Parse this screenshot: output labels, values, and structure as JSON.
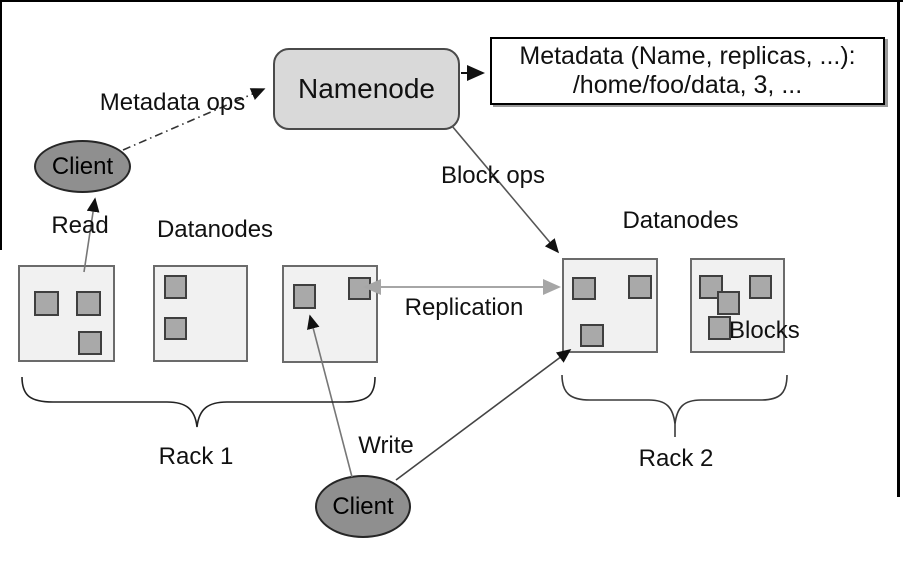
{
  "namenode": {
    "label": "Namenode"
  },
  "metadata_box": {
    "line1": "Metadata (Name, replicas, ...):",
    "line2": "/home/foo/data, 3, ..."
  },
  "client_top": {
    "label": "Client"
  },
  "client_bottom": {
    "label": "Client"
  },
  "labels": {
    "metadata_ops": "Metadata ops",
    "block_ops": "Block ops",
    "read": "Read",
    "write": "Write",
    "replication": "Replication",
    "datanodes_rack1": "Datanodes",
    "datanodes_rack2": "Datanodes",
    "blocks": "Blocks",
    "rack1": "Rack 1",
    "rack2": "Rack 2"
  },
  "racks": [
    {
      "name": "Rack 1",
      "datanode_block_counts": [
        3,
        2,
        2
      ]
    },
    {
      "name": "Rack 2",
      "datanode_block_counts": [
        3,
        4
      ]
    }
  ],
  "colors": {
    "namenode_fill": "#d9d9d9",
    "datanode_fill": "#f1f1f1",
    "block_fill": "#a9a9a9",
    "client_fill": "#8f8f8f",
    "replication_arrow": "#a6a6a6",
    "line_dark": "#1a1a1a",
    "line_gray": "#777777"
  }
}
